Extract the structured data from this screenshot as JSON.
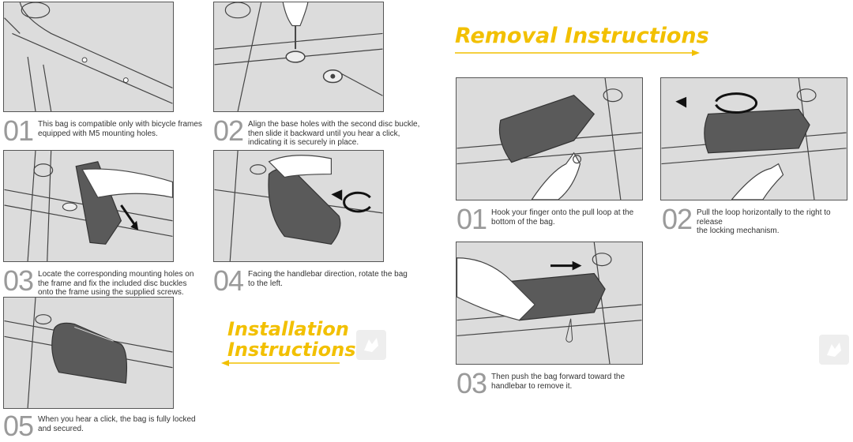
{
  "removal_title": "Removal Instructions",
  "installation_title": [
    "Installation",
    "Instructions"
  ],
  "installation_steps": [
    {
      "number": "01",
      "text": "This bag is compatible only with bicycle frames\nequipped with M5 mounting holes."
    },
    {
      "number": "02",
      "text": "Align the base holes with the second disc buckle,\nthen slide it backward until you hear a click,\nindicating it is securely in place."
    },
    {
      "number": "03",
      "text": "Locate the corresponding mounting holes on\nthe frame and fix the included disc buckles\nonto the frame using the supplied screws."
    },
    {
      "number": "04",
      "text": "Facing the handlebar direction, rotate the bag\nto the left."
    },
    {
      "number": "05",
      "text": "When you hear a click, the bag is fully locked\nand secured."
    }
  ],
  "removal_steps": [
    {
      "number": "01",
      "text": "Hook your finger onto the pull loop at the\nbottom of the bag."
    },
    {
      "number": "02",
      "text": "Pull the loop horizontally to the right to release\nthe locking mechanism."
    },
    {
      "number": "03",
      "text": "Then push the bag forward toward the\nhandlebar to remove it."
    }
  ],
  "colors": {
    "accent": "#f2c000",
    "panel_bg": "#dcdcdc",
    "bag": "#5a5a5a",
    "number_gray": "#9a9a9a"
  },
  "icons": [
    "brand-logo-icon",
    "rotate-arrow-icon",
    "direction-arrow-icon"
  ]
}
